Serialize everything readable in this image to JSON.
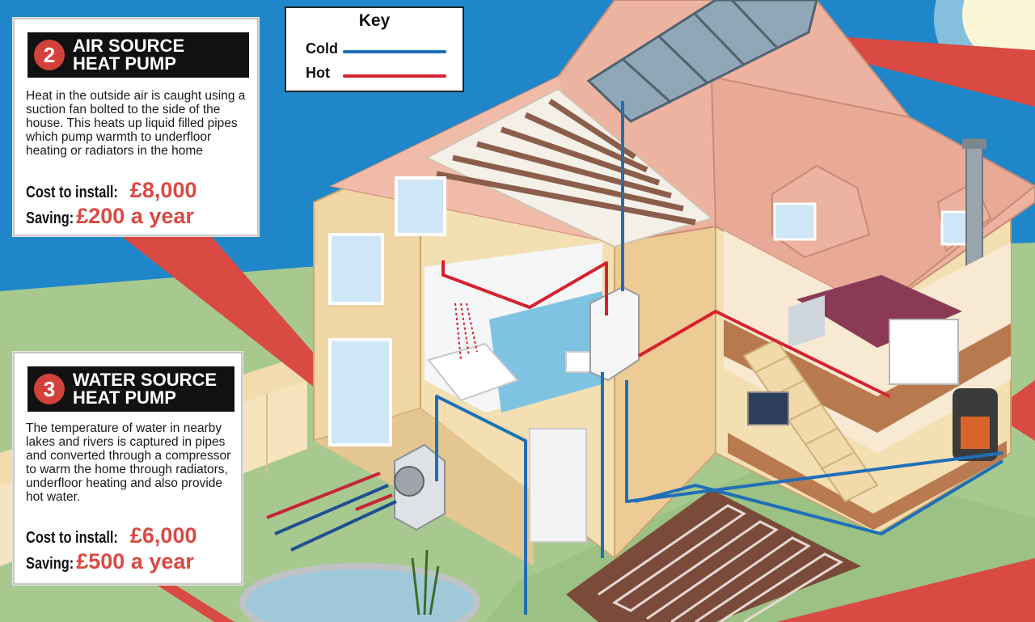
{
  "colors": {
    "sky": "#1f87c9",
    "lawn": "#a7c98f",
    "wall": "#efd6a4",
    "roof": "#ecb3a0",
    "pointer": "#d94a42",
    "cold_pipe": "#1e6fb8",
    "hot_pipe": "#d7212f",
    "accent_red": "#d94a42"
  },
  "key": {
    "title": "Key",
    "items": [
      {
        "label": "Cold",
        "color": "#1e6fb8"
      },
      {
        "label": "Hot",
        "color": "#d7212f"
      }
    ]
  },
  "panels": [
    {
      "number": "2",
      "title": "AIR SOURCE\nHEAT PUMP",
      "description": "Heat in the outside air is caught using a suction fan bolted to the side of the house. This heats up liquid filled pipes which pump warmth to underfloor heating or radiators in the home",
      "cost_label": "Cost to install:",
      "cost_value": "£8,000",
      "saving_label": "Saving:",
      "saving_value": "£200 a year"
    },
    {
      "number": "3",
      "title": "WATER SOURCE\nHEAT PUMP",
      "description": "The temperature of water in nearby lakes and rivers is captured in pipes and converted through a compressor to warm the home through radiators, underfloor heating and also provide hot water.",
      "cost_label": "Cost to install:",
      "cost_value": "£6,000",
      "saving_label": "Saving:",
      "saving_value": "£500 a year"
    }
  ]
}
